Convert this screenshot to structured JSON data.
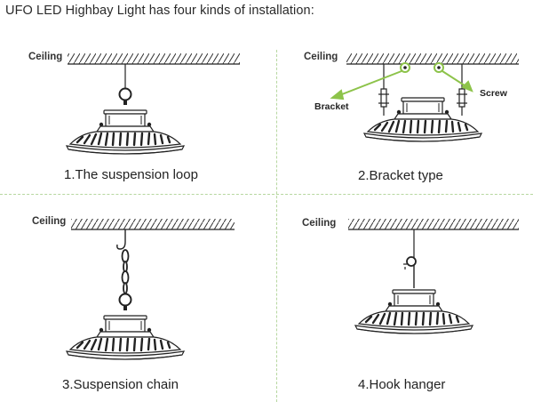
{
  "header": {
    "title": "UFO LED Highbay Light has four kinds of installation:"
  },
  "panels": [
    {
      "ceiling_label": "Ceiling",
      "caption": "1.The suspension loop"
    },
    {
      "ceiling_label": "Ceiling",
      "caption": "2.Bracket type",
      "bracket_label": "Bracket",
      "screw_label": "Screw"
    },
    {
      "ceiling_label": "Ceiling",
      "caption": "3.Suspension chain"
    },
    {
      "ceiling_label": "Ceiling",
      "caption": "4.Hook hanger"
    }
  ],
  "colors": {
    "divider": "#b7d7a0",
    "arrow": "#8dc34a",
    "line": "#333333"
  }
}
